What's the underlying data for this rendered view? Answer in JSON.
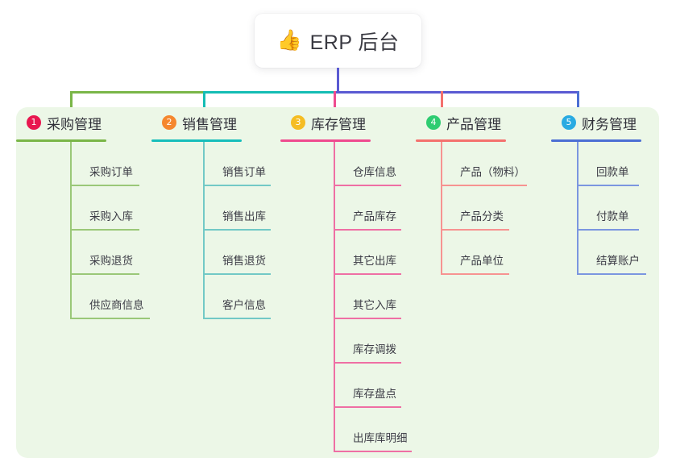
{
  "root": {
    "icon": "thumbs-up-icon",
    "icon_glyph": "👍",
    "title": "ERP 后台"
  },
  "theme": {
    "panel_bg": "#ecf7e7",
    "page_bg": "#ffffff",
    "text": "#3c3c46",
    "stem": "#5a5ad2"
  },
  "connectors": {
    "stem_color": "#5a5ad2",
    "bus_segments": [
      {
        "name": "bus-green",
        "color": "#7ab648"
      },
      {
        "name": "bus-teal",
        "color": "#14bdb4"
      },
      {
        "name": "bus-blue",
        "color": "#5a5ad2"
      }
    ],
    "drops": [
      {
        "name": "drop-purchase",
        "color": "#7ab648"
      },
      {
        "name": "drop-sales",
        "color": "#14bdb4"
      },
      {
        "name": "drop-inventory",
        "color": "#ef4b8f"
      },
      {
        "name": "drop-product",
        "color": "#f4716e"
      },
      {
        "name": "drop-finance",
        "color": "#4c6fd4"
      }
    ]
  },
  "columns": [
    {
      "index": "1",
      "name": "purchase-management",
      "title": "采购管理",
      "badge_color": "#e8174f",
      "header_rule_color": "#7ab648",
      "line_color": "#9ac878",
      "items": [
        {
          "label": "采购订单",
          "rule_width": 86
        },
        {
          "label": "采购入库",
          "rule_width": 86
        },
        {
          "label": "采购退货",
          "rule_width": 86
        },
        {
          "label": "供应商信息",
          "rule_width": 99
        }
      ]
    },
    {
      "index": "2",
      "name": "sales-management",
      "title": "销售管理",
      "badge_color": "#f5872e",
      "header_rule_color": "#17bebb",
      "line_color": "#72c9c6",
      "items": [
        {
          "label": "销售订单",
          "rule_width": 84
        },
        {
          "label": "销售出库",
          "rule_width": 84
        },
        {
          "label": "销售退货",
          "rule_width": 84
        },
        {
          "label": "客户信息",
          "rule_width": 84
        }
      ]
    },
    {
      "index": "3",
      "name": "inventory-management",
      "title": "库存管理",
      "badge_color": "#f5bd23",
      "header_rule_color": "#ef4b8f",
      "line_color": "#ef6fa4",
      "items": [
        {
          "label": "仓库信息",
          "rule_width": 84
        },
        {
          "label": "产品库存",
          "rule_width": 84
        },
        {
          "label": "其它出库",
          "rule_width": 84
        },
        {
          "label": "其它入库",
          "rule_width": 84
        },
        {
          "label": "库存调拨",
          "rule_width": 84
        },
        {
          "label": "库存盘点",
          "rule_width": 84
        },
        {
          "label": "出库库明细",
          "rule_width": 97
        }
      ]
    },
    {
      "index": "4",
      "name": "product-management",
      "title": "产品管理",
      "badge_color": "#2ecc71",
      "header_rule_color": "#f4716e",
      "line_color": "#f79391",
      "items": [
        {
          "label": "产品（物料）",
          "rule_width": 107
        },
        {
          "label": "产品分类",
          "rule_width": 85
        },
        {
          "label": "产品单位",
          "rule_width": 85
        }
      ]
    },
    {
      "index": "5",
      "name": "finance-management",
      "title": "财务管理",
      "badge_color": "#29abe2",
      "header_rule_color": "#4c6fd4",
      "line_color": "#7b96e0",
      "items": [
        {
          "label": "回款单",
          "rule_width": 77
        },
        {
          "label": "付款单",
          "rule_width": 77
        },
        {
          "label": "结算账户",
          "rule_width": 86
        }
      ]
    }
  ]
}
